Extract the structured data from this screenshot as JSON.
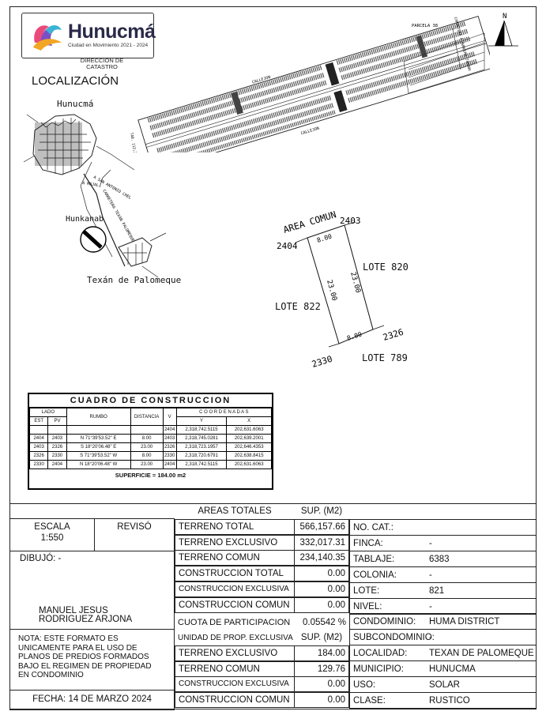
{
  "header": {
    "logo_text": "Hunucmá",
    "logo_sub": "Ciudad en Movimiento 2021 - 2024",
    "department": [
      "DIRECCION DE",
      "CATASTRO"
    ],
    "localizacion": "LOCALIZACIÓN",
    "north": "N"
  },
  "map_labels": {
    "hunucma": "Hunucmá",
    "hunkanab": "Hunkanab",
    "texan": "Texán de Palomeque",
    "road1": "A SAN ANTONIO CHEL",
    "road2": "CARRETERA TEXAN PALOMEQUE",
    "road3": "A MAJAL",
    "callejon1": "CALLEJON",
    "callejon2": "CALLEJON",
    "parcela": "PARCELA 38",
    "carretera": "CARRETERA A HUNUCMA TAMANA",
    "ref": "TAB. 112,270"
  },
  "plot": {
    "area_comun": "AREA COMUN",
    "v2404": "2404",
    "v2403": "2403",
    "v2326": "2326",
    "v2330": "2330",
    "top_len": "8.00",
    "bottom_len": "8.00",
    "left_len": "23.00",
    "right_len": "23.00",
    "lote820": "LOTE 820",
    "lote822": "LOTE 822",
    "lote789": "LOTE 789"
  },
  "cuadro": {
    "title": "CUADRO DE CONSTRUCCION",
    "h_lado": "LADO",
    "h_est": "EST",
    "h_pv": "PV",
    "h_rumbo": "RUMBO",
    "h_dist": "DISTANCIA",
    "h_v": "V",
    "h_coord": "C O O R D E N A D A S",
    "h_y": "Y",
    "h_x": "X",
    "first": {
      "v": "2404",
      "y": "2,318,742.5115",
      "x": "202,631.6063"
    },
    "rows": [
      {
        "est": "2404",
        "pv": "2403",
        "rumbo": "N 71°39'53.52\" E",
        "dist": "8.00",
        "v": "2403",
        "y": "2,318,745.0281",
        "x": "202,639.2001"
      },
      {
        "est": "2403",
        "pv": "2326",
        "rumbo": "S 18°20'06.48\" E",
        "dist": "23.00",
        "v": "2326",
        "y": "2,318,723.1957",
        "x": "202,646.4353"
      },
      {
        "est": "2326",
        "pv": "2330",
        "rumbo": "S 71°39'53.52\" W",
        "dist": "8.00",
        "v": "2330",
        "y": "2,318,720.6791",
        "x": "202,638.8415"
      },
      {
        "est": "2330",
        "pv": "2404",
        "rumbo": "N 18°20'06.48\" W",
        "dist": "23.00",
        "v": "2404",
        "y": "2,318,742.5115",
        "x": "202,631.6063"
      }
    ],
    "superficie": "SUPERFICIE = 184.00 m2"
  },
  "info": {
    "escala_label": "ESCALA",
    "escala_value": "1:550",
    "reviso": "REVISÓ",
    "dibujo": "DIBUJÓ:  -",
    "dibujante": [
      "MANUEL JESUS",
      "RODRIGUEZ ARJONA"
    ],
    "nota": [
      "NOTA: ESTE FORMATO ES",
      "UNICAMENTE PARA EL USO DE",
      "PLANOS DE PREDIOS FORMADOS",
      "BAJO EL REGIMEN DE PROPIEDAD",
      "EN CONDOMINIO"
    ],
    "fecha": "FECHA: 14 DE MARZO 2024"
  },
  "areas": {
    "h_label": "AREAS TOTALES",
    "h_sup": "SUP. (M2)",
    "rows": [
      {
        "label": "TERRENO TOTAL",
        "value": "566,157.66"
      },
      {
        "label": "TERRENO EXCLUSIVO",
        "value": "332,017.31"
      },
      {
        "label": "TERRENO COMUN",
        "value": "234,140.35"
      },
      {
        "label": "CONSTRUCCION TOTAL",
        "value": "0.00"
      },
      {
        "label": "CONSTRUCCION EXCLUSIVA",
        "value": "0.00"
      },
      {
        "label": "CONSTRUCCION COMUN",
        "value": "0.00"
      }
    ],
    "cuota_label": "CUOTA DE PARTICIPACION",
    "cuota_value": "0.05542 %",
    "u_label": "UNIDAD DE PROP. EXCLUSIVA",
    "u_sup": "SUP. (M2)",
    "urows": [
      {
        "label": "TERRENO EXCLUSIVO",
        "value": "184.00"
      },
      {
        "label": "TERRENO COMUN",
        "value": "129.76"
      },
      {
        "label": "CONSTRUCCION EXCLUSIVA",
        "value": "0.00"
      },
      {
        "label": "CONSTRUCCION COMUN",
        "value": "0.00"
      }
    ]
  },
  "datos": [
    {
      "label": "NO. CAT.:",
      "value": ""
    },
    {
      "label": "FINCA:",
      "value": "-"
    },
    {
      "label": "TABLAJE:",
      "value": "6383"
    },
    {
      "label": "COLONIA:",
      "value": "-"
    },
    {
      "label": "LOTE:",
      "value": "821"
    },
    {
      "label": "NIVEL:",
      "value": "-"
    },
    {
      "label": "CONDOMINIO:",
      "value": "HUMA DISTRICT"
    },
    {
      "label": "SUBCONDOMINIO:",
      "value": "-"
    },
    {
      "label": "LOCALIDAD:",
      "value": "TEXAN DE PALOMEQUE"
    },
    {
      "label": "MUNICIPIO:",
      "value": "HUNUCMA"
    },
    {
      "label": "USO:",
      "value": "SOLAR"
    },
    {
      "label": "CLASE:",
      "value": "RUSTICO"
    }
  ]
}
